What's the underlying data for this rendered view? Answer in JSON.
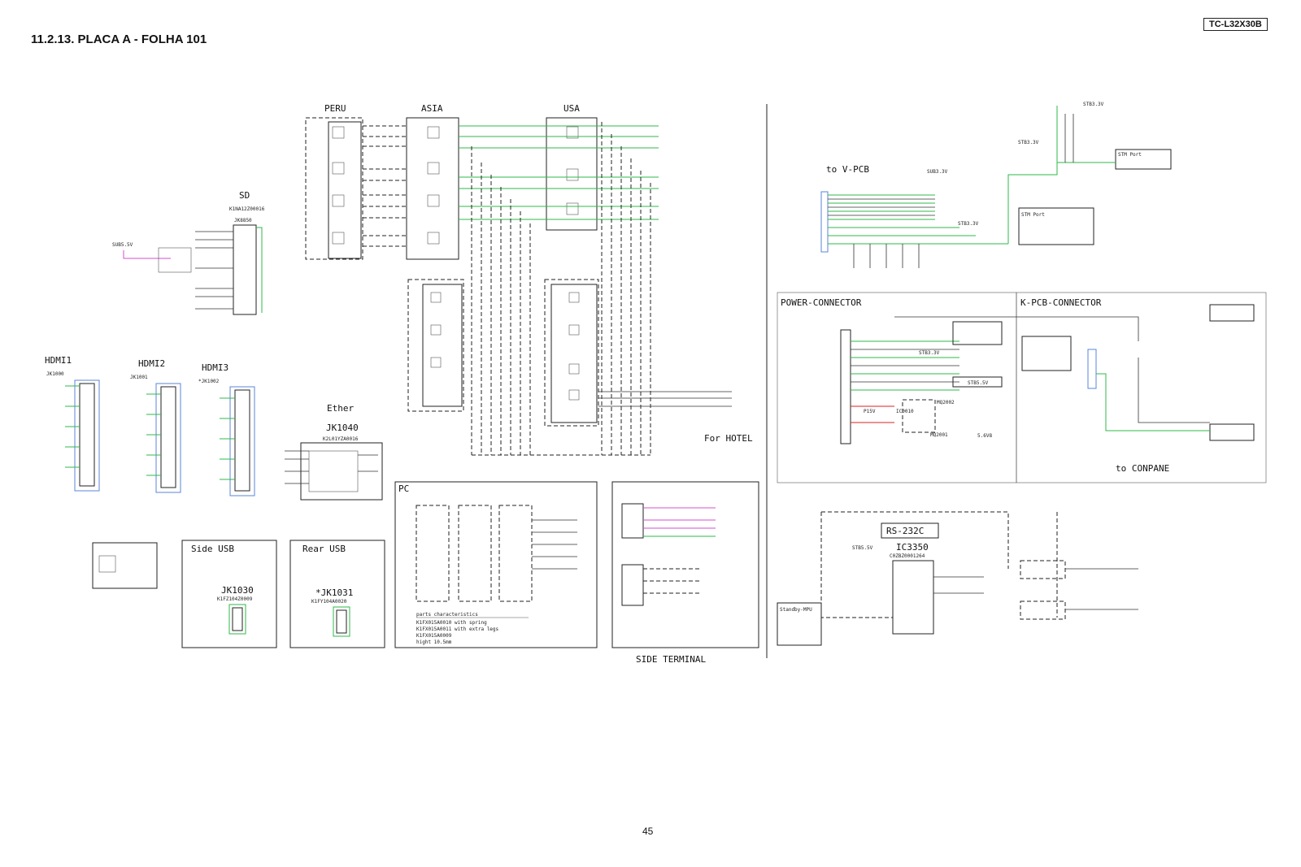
{
  "header": {
    "title": "11.2.13. PLACA A - FOLHA 101",
    "model": "TC-L32X30B"
  },
  "footer": {
    "page_number": "45"
  },
  "labels": {
    "peru": "PERU",
    "asia": "ASIA",
    "usa": "USA",
    "sd": "SD",
    "sd_part": "K1NA12Z00016",
    "sd_ref": "JK8850",
    "sub_5v": "SUB5.5V",
    "hdmi1": "HDMI1",
    "hdmi2": "HDMI2",
    "hdmi3": "HDMI3",
    "jk1000": "JK1000",
    "jk1001": "JK1001",
    "jk1002": "*JK1002",
    "ether": "Ether",
    "jk1040": "JK1040",
    "jk1040_part": "K2L01YZA0016",
    "for_hotel": "For HOTEL",
    "side_usb": "Side USB",
    "jk1030": "JK1030",
    "jk1030_part": "K1FZ104Z0009",
    "rear_usb": "Rear USB",
    "jk1031": "*JK1031",
    "jk1031_part": "K1FY104A0020",
    "pc": "PC",
    "parts_char": "parts characteristics",
    "parts_1": "K1FX015A0010 with spring",
    "parts_2": "K1FX015A0011 with extra legs",
    "parts_3": "K1FX015A0009",
    "parts_hight": "hight 10.5mm",
    "side_terminal": "SIDE TERMINAL",
    "to_vpcb": "to V-PCB",
    "sub3v_1": "SUB3.3V",
    "stb3v_a": "STB3.3V",
    "stb3v_b": "STB3.3V",
    "stb3v_c": "STB3.3V",
    "stm_port_1": "STM Port",
    "stm_port_2": "STM Port",
    "power_connector": "POWER-CONNECTOR",
    "k_pcb_connector": "K-PCB-CONNECTOR",
    "stb3v_d": "STB3.3V",
    "stb5v": "STB5.5V",
    "p15v": "P15V",
    "ic0010": "IC0010",
    "mq2002": "MQ2002",
    "mq2001": "MQ2001",
    "v5_6": "5.6V8",
    "to_conpane": "to CONPANE",
    "rs232c": "RS-232C",
    "stb5v_rs": "STB5.5V",
    "ic3350": "IC3350",
    "ic3350_part": "C0ZBZ0001264",
    "standby_mpu": "Standby-MPU"
  }
}
